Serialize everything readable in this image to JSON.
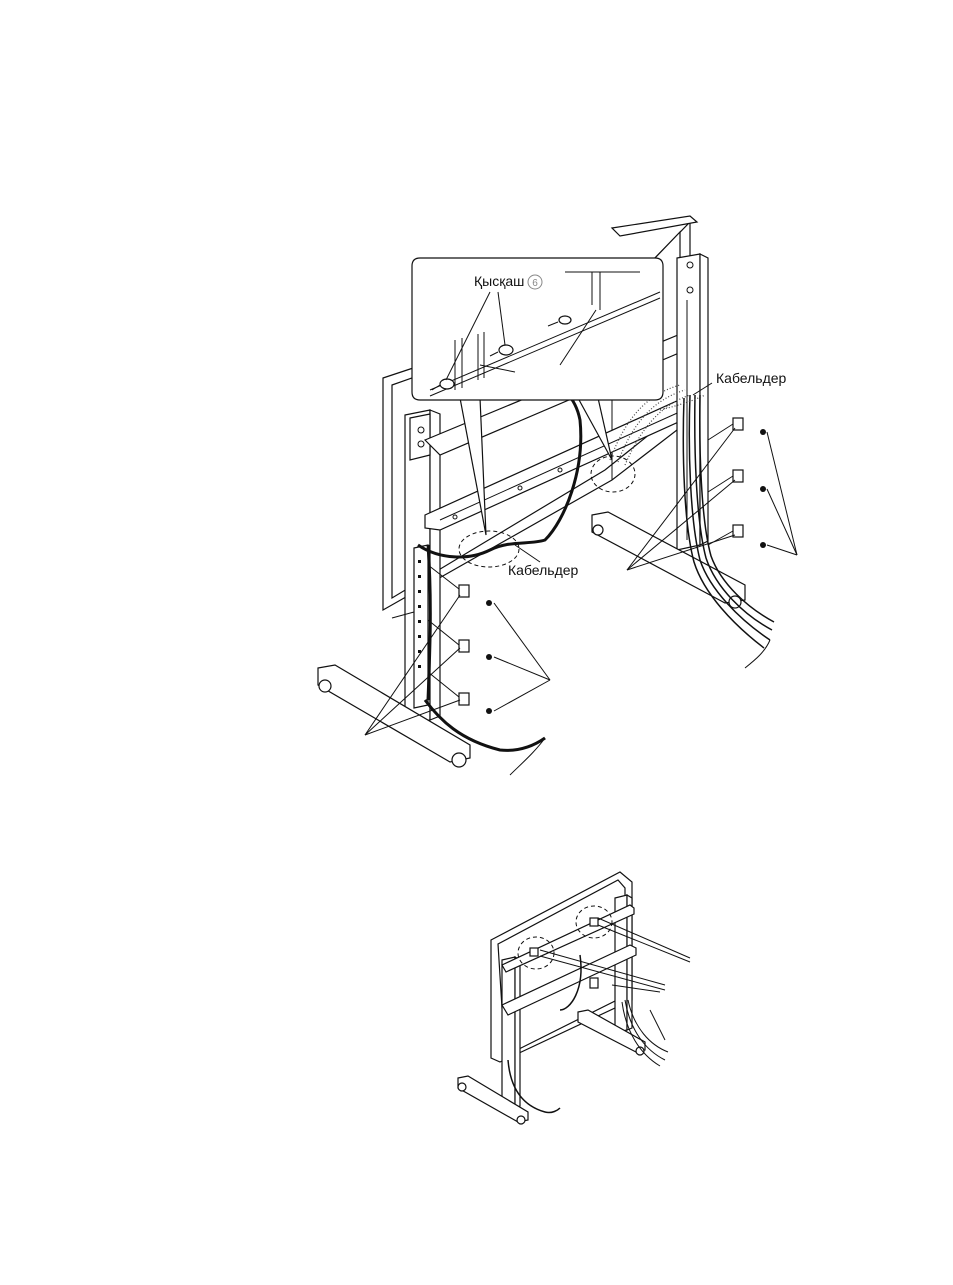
{
  "figure_main": {
    "inset_clamp_label": "Қысқаш",
    "inset_clamp_number": "6",
    "cables_label_right": "Кабельдер",
    "cables_label_center": "Кабельдер"
  },
  "colors": {
    "line": "#111111",
    "background": "#ffffff"
  }
}
